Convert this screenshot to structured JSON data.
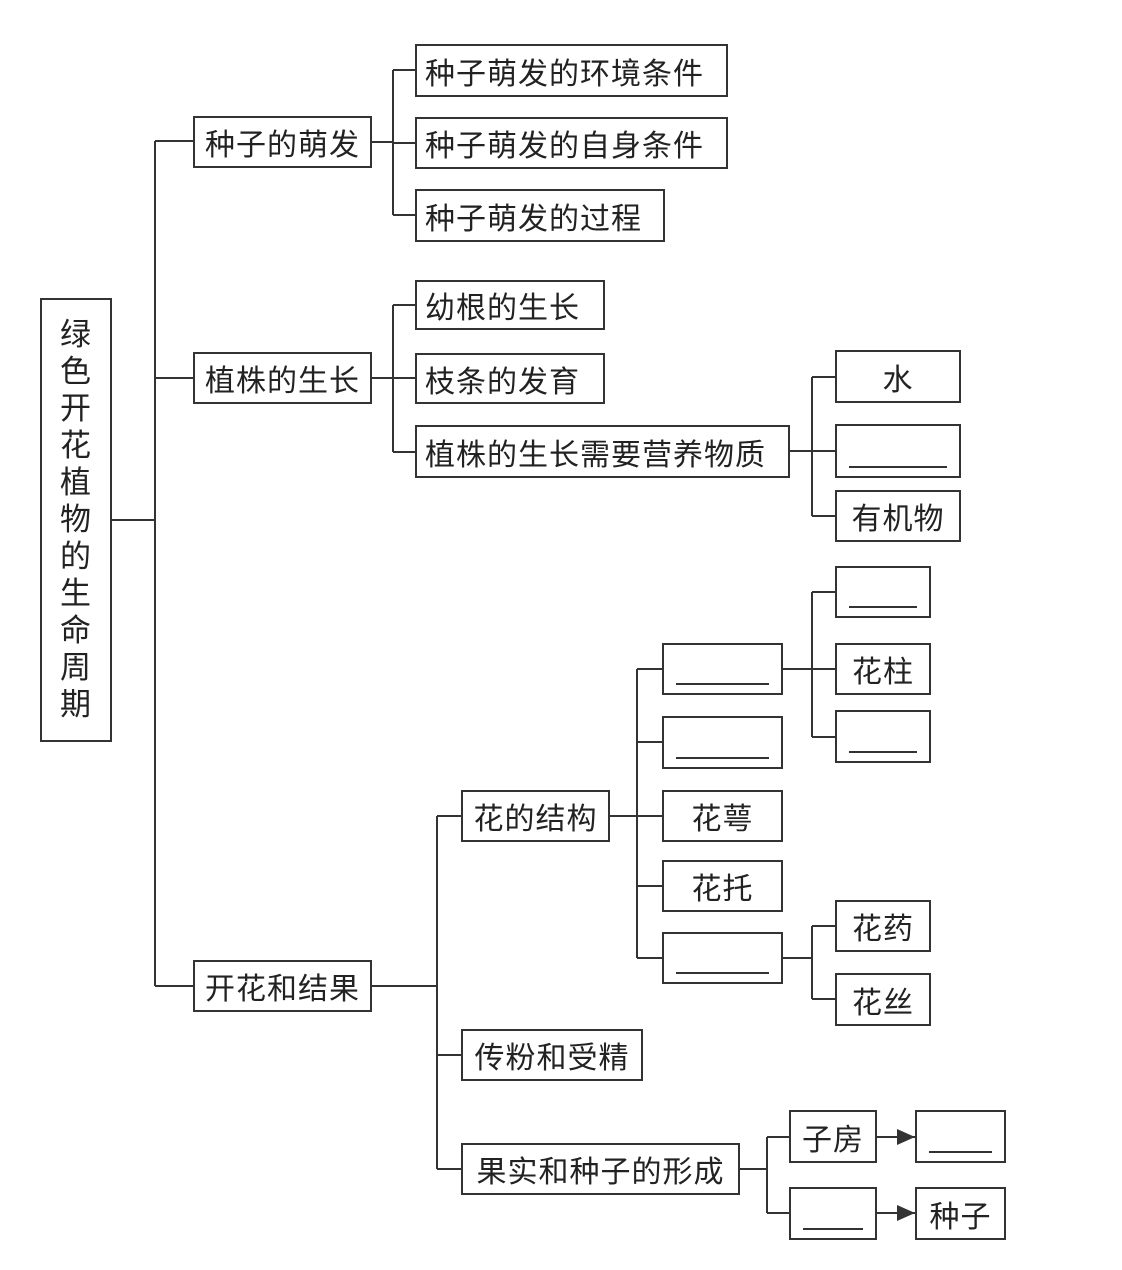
{
  "root": {
    "label": "绿色开花植物的生命周期",
    "chars": [
      "绿",
      "色",
      "开",
      "花",
      "植",
      "物",
      "的",
      "生",
      "命",
      "周",
      "期"
    ]
  },
  "level1": {
    "germination": "种子的萌发",
    "growth": "植株的生长",
    "flowering": "开花和结果"
  },
  "germination": {
    "env": "种子萌发的环境条件",
    "self": "种子萌发的自身条件",
    "process": "种子萌发的过程"
  },
  "growth": {
    "root": "幼根的生长",
    "branch": "枝条的发育",
    "nutrients": "植株的生长需要营养物质",
    "nutrient_items": {
      "water": "水",
      "organic": "有机物"
    }
  },
  "flowering": {
    "structure": "花的结构",
    "pollination": "传粉和受精",
    "fruit": "果实和种子的形成",
    "structure_items": {
      "style": "花柱",
      "sepal": "花萼",
      "receptacle": "花托",
      "anther": "花药",
      "filament": "花丝"
    },
    "fruit_items": {
      "ovary": "子房",
      "seed": "种子"
    }
  }
}
